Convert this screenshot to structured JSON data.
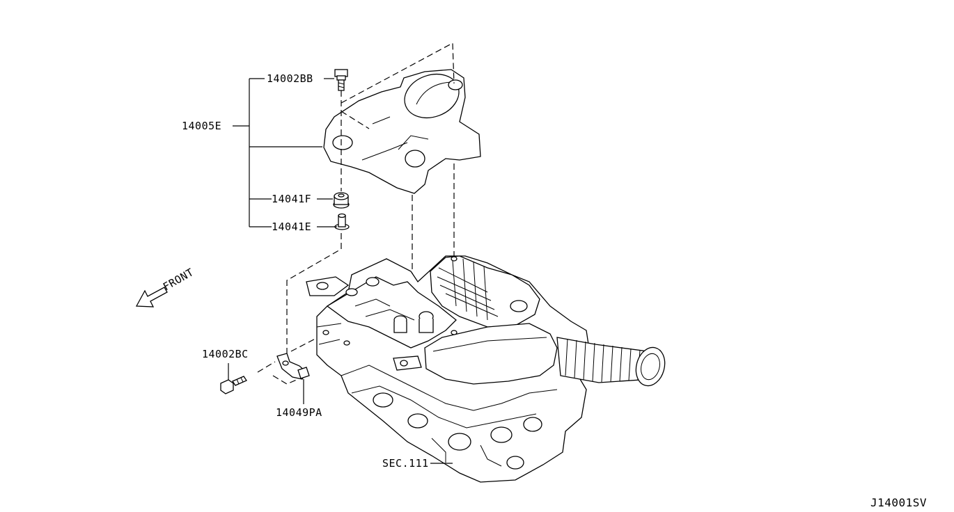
{
  "callouts": {
    "bolt_top": "14002BB",
    "cover": "14005E",
    "grommet": "14041F",
    "collar": "14041E",
    "bolt_side": "14002BC",
    "bracket": "14049PA",
    "section_ref": "SEC.111"
  },
  "front_label": "FRONT",
  "diagram_code": "J14001SV"
}
